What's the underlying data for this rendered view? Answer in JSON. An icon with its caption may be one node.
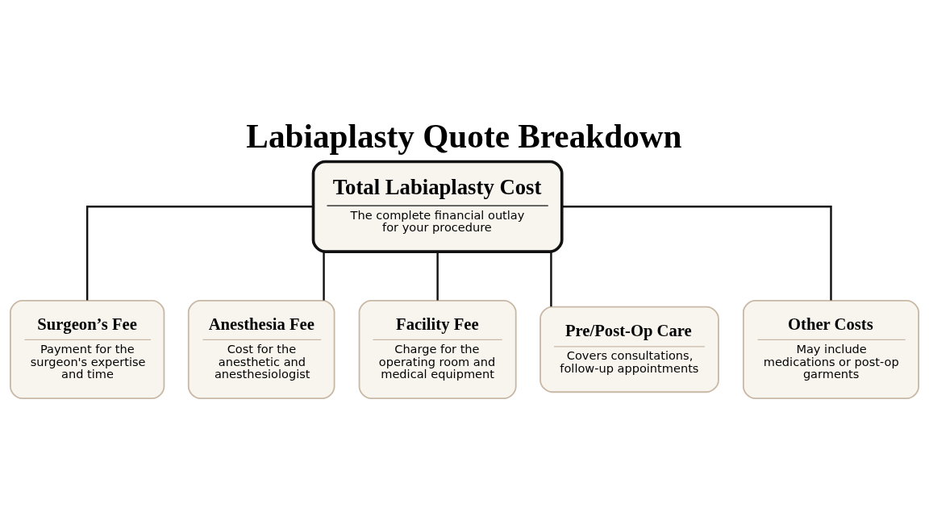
{
  "diagram": {
    "title": "Labiaplasty Quote Breakdown",
    "nodes": [
      {
        "text": [
          "Total Labiaplasty Cost",
          "The complete financial outlay for your procedure"
        ]
      },
      {
        "text": [
          "Surgeon’s Fee",
          "Payment for the surgeon's expertise and time"
        ]
      },
      {
        "text": [
          "Anesthesia Fee",
          "Cost for the anesthetic and anesthesiologist"
        ]
      },
      {
        "text": [
          "Facility Fee",
          "Charge for the operating room and medical equipment"
        ]
      },
      {
        "text": [
          "Pre/Post-Op Care",
          "Covers consultations, follow-up appointments"
        ]
      },
      {
        "text": [
          "Other Costs",
          "May include medications or post-op garments"
        ]
      }
    ],
    "edges": [
      {
        "from": 0,
        "to": 1,
        "arrow": "none"
      },
      {
        "from": 0,
        "to": 2,
        "arrow": "none"
      },
      {
        "from": 0,
        "to": 3,
        "arrow": "none"
      },
      {
        "from": 0,
        "to": 4,
        "arrow": "none"
      },
      {
        "from": 0,
        "to": 5,
        "arrow": "none"
      }
    ]
  }
}
